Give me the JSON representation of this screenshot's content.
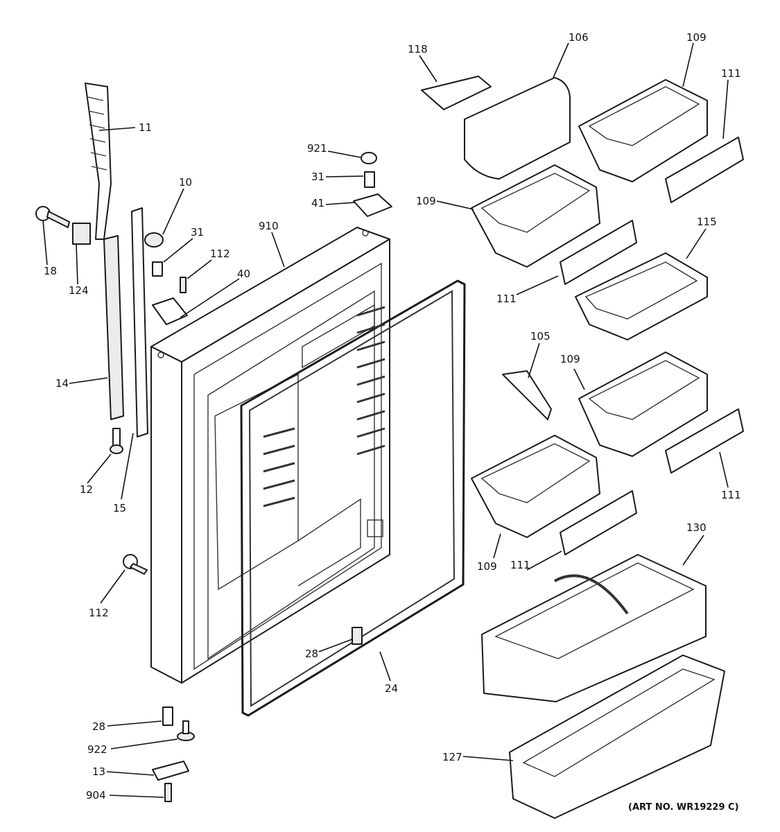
{
  "labels": {
    "l118": "118",
    "l106": "106",
    "l109a": "109",
    "l111a": "111",
    "l921": "921",
    "l31a": "31",
    "l41": "41",
    "l109b": "109",
    "l115": "115",
    "l111b": "111",
    "l11": "11",
    "l10": "10",
    "l31b": "31",
    "l112a": "112",
    "l910": "910",
    "l40": "40",
    "l18": "18",
    "l124": "124",
    "l14": "14",
    "l12": "12",
    "l15": "15",
    "l105": "105",
    "l109c": "109",
    "l111c": "111",
    "l109d": "109",
    "l111d": "111",
    "l130": "130",
    "l112b": "112",
    "l28a": "28",
    "l24": "24",
    "l28b": "28",
    "l922": "922",
    "l13": "13",
    "l904": "904",
    "l127": "127"
  },
  "art_number": "(ART NO. WR19229 C)"
}
